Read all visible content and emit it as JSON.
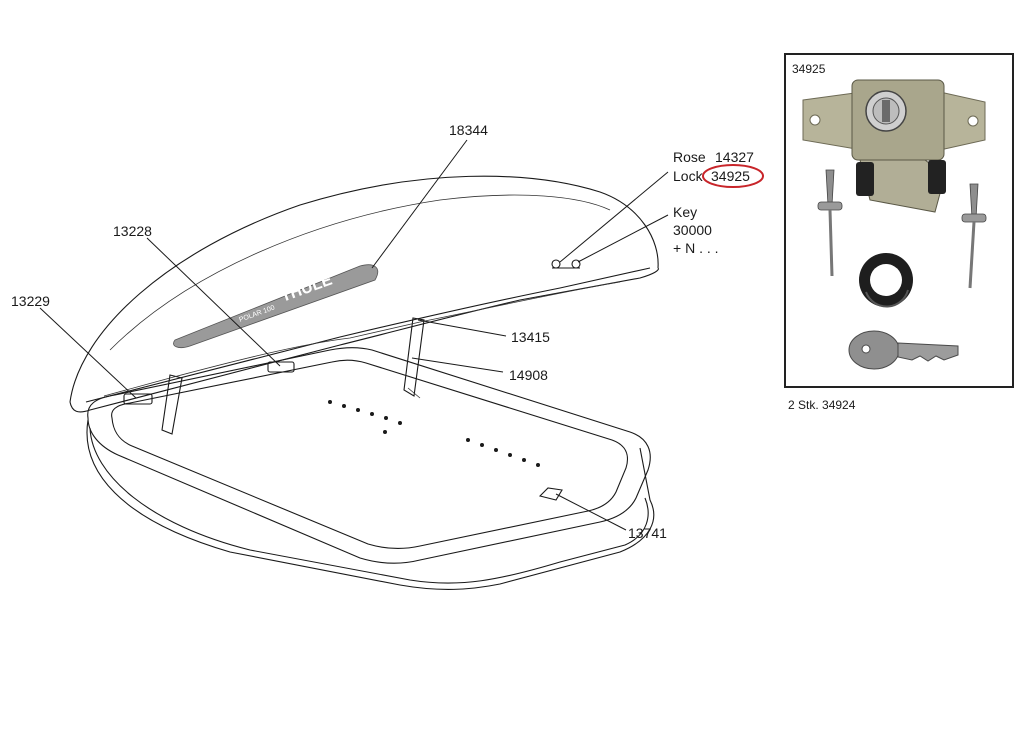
{
  "callouts": {
    "lid": "18344",
    "hinge_left": "13229",
    "hinge_mid": "13228",
    "strut_top": "13415",
    "strut": "14908",
    "base_clip": "13741",
    "rose_label": "Rose",
    "rose_num": "14327",
    "lock_label": "Lock",
    "lock_num": "34925",
    "key_label": "Key",
    "key_num": "30000",
    "key_extra": "+ N . . ."
  },
  "lid_logo": "THULE",
  "lid_model": "POLAR 100",
  "inset": {
    "part_number": "34925",
    "caption": "2 Stk. 34924"
  },
  "colors": {
    "highlight": "#c8252a",
    "logo_band": "#9a9a9a",
    "lock_metal": "#b7b49a"
  }
}
